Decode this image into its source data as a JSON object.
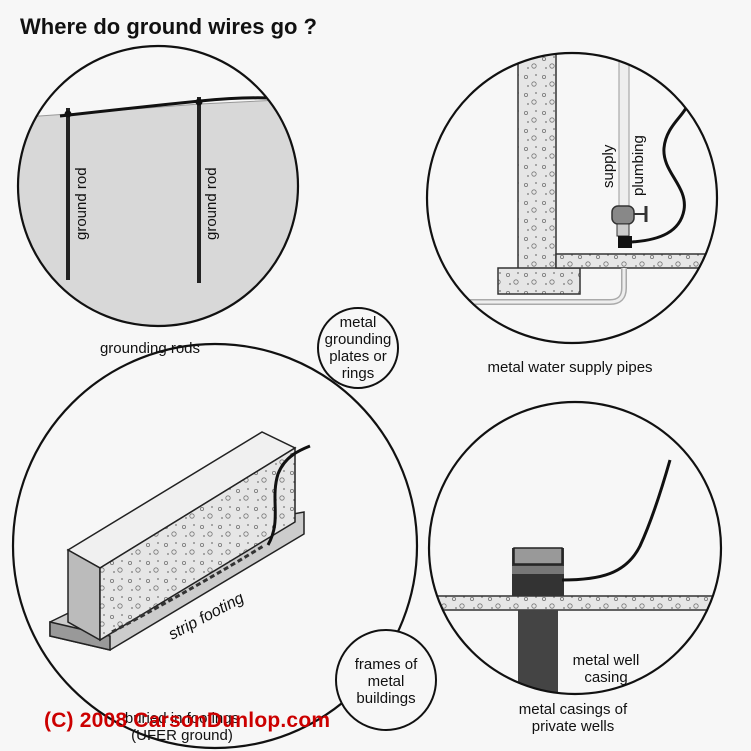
{
  "title": "Where do ground wires go ?",
  "panels": {
    "rods": {
      "caption": "grounding rods",
      "rod_label_1": "ground rod",
      "rod_label_2": "ground rod"
    },
    "pipes": {
      "caption": "metal water supply pipes",
      "label_supply": "supply",
      "label_plumbing": "plumbing"
    },
    "footing": {
      "caption_line1": "buried in footings",
      "caption_line2": "(UFER ground)",
      "label": "strip footing"
    },
    "well": {
      "caption_line1": "metal casings of",
      "caption_line2": "private wells",
      "label_line1": "metal well",
      "label_line2": "casing"
    }
  },
  "small_circles": {
    "plates": {
      "line1": "metal",
      "line2": "grounding",
      "line3": "plates or",
      "line4": "rings"
    },
    "frames": {
      "line1": "frames of",
      "line2": "metal",
      "line3": "buildings"
    }
  },
  "copyright": "(C) 2008 CarsonDunlop.com",
  "colors": {
    "copyright": "#cc0000",
    "ground": "#d8d8d8",
    "ink": "#111111"
  }
}
